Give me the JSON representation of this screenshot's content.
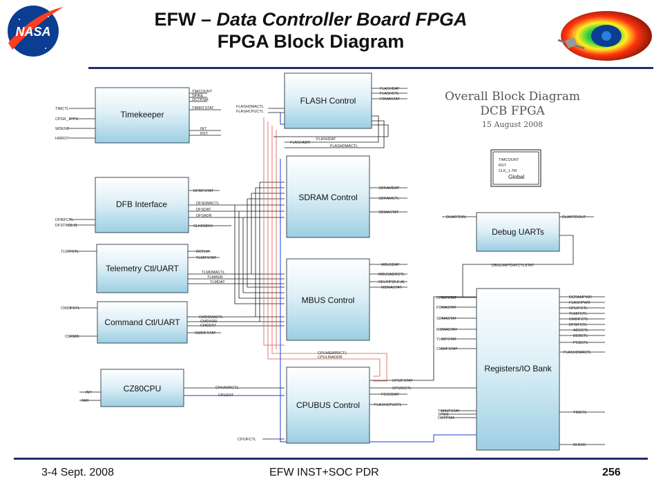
{
  "header": {
    "title_prefix": "EFW – ",
    "title_italic": "Data Controller Board FPGA",
    "title_line2": "FPGA Block Diagram",
    "logo_text": "NASA"
  },
  "overall": {
    "line1": "Overall Block Diagram",
    "line2": "DCB FPGA",
    "line3": "15 August 2008"
  },
  "global_box": {
    "signals": [
      "TIMCOUNT",
      "RST",
      "CLK_1.7M"
    ],
    "label": "Global"
  },
  "blocks": {
    "timekeeper": "Timekeeper",
    "dfb": "DFB Interface",
    "telemetry": "Telemetry Ctl/UART",
    "command": "Command Ctl/UART",
    "cz80": "CZ80CPU",
    "flash": "FLASH Control",
    "sdram": "SDRAM Control",
    "mbus": "MBUS Control",
    "cpubus": "CPUBUS Control",
    "debug": "Debug UARTs",
    "registers": "Registers/IO Bank"
  },
  "signals": {
    "timekeeper_in": [
      "TIMCTL",
      "CPGR_1PPS",
      "WDENB",
      "HWRST"
    ],
    "timekeeper_out": [
      "TIMCOUNT",
      "SPIKE",
      "OCTPSM",
      "TIMINTSTAT",
      "INT",
      "RST"
    ],
    "dfb_in": [
      "DFBIFCTL",
      "DFSTIM[1:3]"
    ],
    "dfb_out": [
      "DFBIFSTAT",
      "DFSDMACTL",
      "DFSDAT",
      "DFSADR",
      "CLKDMDIV"
    ],
    "tlm_in": [
      "TLMIFCTL"
    ],
    "tlm_out": [
      "DCTLM",
      "TLMIFSTAT",
      "TLMDMACTL",
      "TLMADR",
      "TLMDAT"
    ],
    "cmd_in": [
      "CMDIFCTL",
      "CDCMD"
    ],
    "cmd_out": [
      "CMDDMACTL",
      "CMDADR",
      "CMDDAT",
      "CMDIFSTAT"
    ],
    "cz80_in": [
      "INT",
      "NMI"
    ],
    "cz80_out": [
      "CPUADRCTL",
      "CPUDAT"
    ],
    "flash_in": [
      "FLASHDMACTL",
      "FLASHCPUCTL"
    ],
    "flash_out": [
      "FLASHDAT",
      "FLASHCTL",
      "FDMASTAT",
      "FLASHDAT",
      "FLASHADR",
      "FLASHDMACTL"
    ],
    "sdram_out": [
      "SDRAMDAT",
      "SDRAMCTL",
      "SDMASTAT"
    ],
    "mbus_out": [
      "MBUSDAT",
      "MBUSADRCTL",
      "SELCIP(D,E,A)",
      "MDMASTAT"
    ],
    "cpubus_top": [
      "CPUMEMPRCTL",
      "CPULINADDR"
    ],
    "cpubus_out": [
      "CPUIFSTAT",
      "CPUIOCTL",
      "FEGCDAT",
      "FLASHCPUCTL"
    ],
    "cpubus_in": [
      "CPUIFCTL"
    ],
    "debug_in": [
      "DUARTDIN"
    ],
    "debug_out": [
      "DUARTDOUT"
    ],
    "debug_bus": "DBGUARTDATCTLSTAT",
    "reg_in": [
      "DFBIFSTAT",
      "FDMASTAT",
      "SDMASTAT",
      "MDMASTAT",
      "TLMIFSTAT",
      "CMDIFSTAT"
    ],
    "reg_in_bottom": [
      "TIMINTSTAT",
      "SPIKE",
      "OCTPSM"
    ],
    "reg_out": [
      "DCRAMPWR",
      "FLASHPWR",
      "CPUIFCTL",
      "TLMIFCTL",
      "CMDIFCTL",
      "DFBIFCTL",
      "ADCCTL",
      "BEBCTL",
      "PCBCTL",
      "FLASHDMACTL",
      "TIMCTL",
      "DHGIO"
    ]
  },
  "footer": {
    "date": "3-4 Sept. 2008",
    "center": "EFW INST+SOC PDR",
    "page": "256"
  }
}
